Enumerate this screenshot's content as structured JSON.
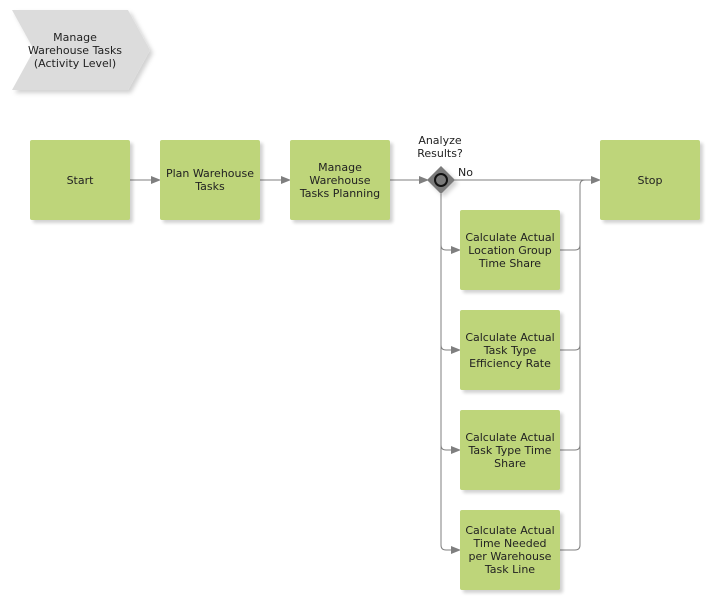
{
  "process_event": {
    "label": "Manage Warehouse Tasks (Activity Level)"
  },
  "nodes": {
    "start": "Start",
    "plan": "Plan Warehouse Tasks",
    "manage": "Manage Warehouse Tasks Planning",
    "stop": "Stop",
    "calc_location": "Calculate Actual Location Group Time Share",
    "calc_efficiency": "Calculate Actual Task Type Efficiency Rate",
    "calc_tasktype": "Calculate Actual Task Type Time Share",
    "calc_timeneeded": "Calculate Actual Time Needed per Warehouse Task Line"
  },
  "gateway": {
    "label": "Analyze Results?",
    "no_label": "No"
  },
  "colors": {
    "activity": "#bed57a",
    "event": "#dcdcdc",
    "gateway": "#7a7a7a",
    "connector": "#7f7f7f"
  }
}
